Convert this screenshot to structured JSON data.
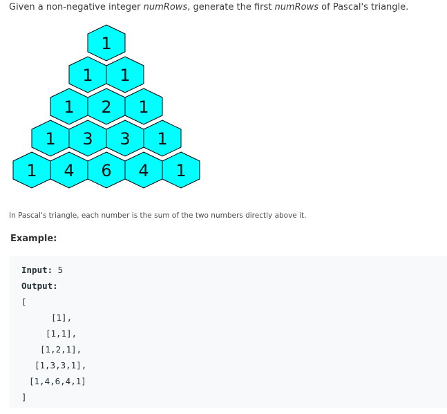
{
  "intro": {
    "prefix": "Given a non-negative integer ",
    "var1": "numRows",
    "middle": ", generate the first ",
    "var2": "numRows",
    "suffix": " of Pascal's triangle."
  },
  "triangle": {
    "rows": [
      [
        "1"
      ],
      [
        "1",
        "1"
      ],
      [
        "1",
        "2",
        "1"
      ],
      [
        "1",
        "3",
        "3",
        "1"
      ],
      [
        "1",
        "4",
        "6",
        "4",
        "1"
      ]
    ],
    "fill_color": "#00ffff",
    "stroke_color": "#000000"
  },
  "caption": "In Pascal's triangle, each number is the sum of the two numbers directly above it.",
  "example": {
    "heading": "Example:",
    "input_label": "Input:",
    "input_value": " 5",
    "output_label": "Output:",
    "open_bracket": "[",
    "rows": [
      "[1],",
      "[1,1],",
      "[1,2,1],",
      "[1,3,3,1],",
      "[1,4,6,4,1]"
    ],
    "close_bracket": "]"
  }
}
